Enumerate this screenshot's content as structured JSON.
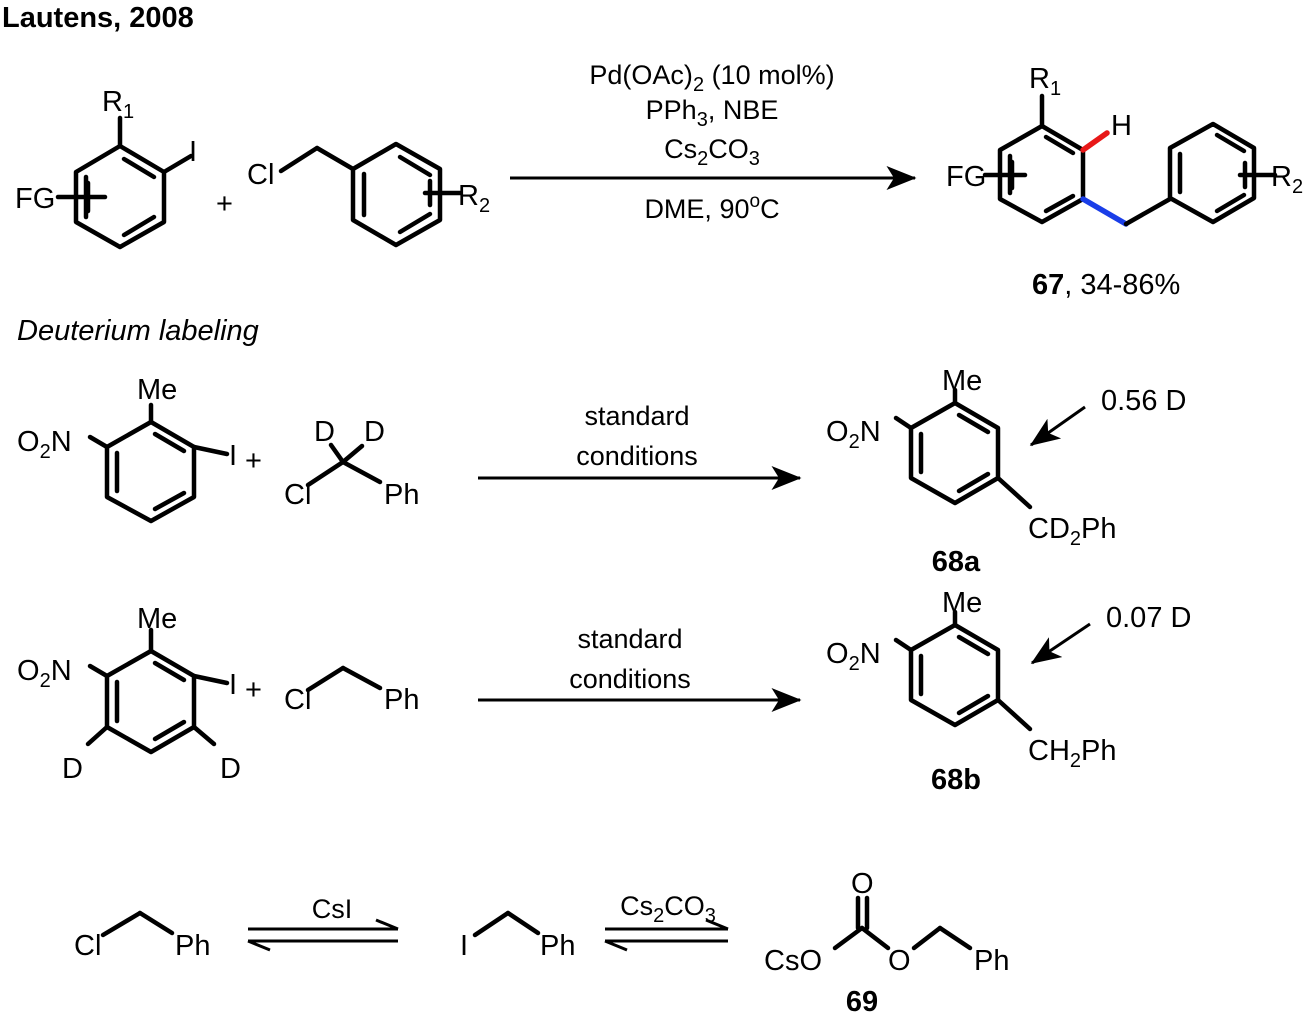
{
  "colors": {
    "h_bond": "#e81818",
    "c_bond": "#1a3ee8",
    "ink": "#000000"
  },
  "header": "Lautens, 2008",
  "scheme1": {
    "sm_aryl": {
      "r1": "R",
      "r1_sub": "1",
      "halide": "I",
      "fg": "FG"
    },
    "plus": "+",
    "sm_benzyl": {
      "cl": "Cl",
      "r2": "R",
      "r2_sub": "2"
    },
    "conditions": {
      "line1_a": "Pd(OAc)",
      "line1_sub": "2",
      "line1_b": " (10 mol%)",
      "line2_a": "PPh",
      "line2_sub": "3",
      "line2_b": ", NBE",
      "line3_a": "Cs",
      "line3_sub": "2",
      "line3_b": "CO",
      "line3_sub2": "3",
      "line4_a": "DME, 90",
      "line4_sup": "o",
      "line4_b": "C"
    },
    "product": {
      "r1": "R",
      "r1_sub": "1",
      "h": "H",
      "fg": "FG",
      "r2": "R",
      "r2_sub": "2"
    },
    "label": {
      "num": "67",
      "yield": ", 34-86%"
    }
  },
  "deuterium_heading": "Deuterium labeling",
  "scheme2": {
    "sm_aryl": {
      "me": "Me",
      "o2n_o": "O",
      "o2n_sub": "2",
      "o2n_n": "N",
      "halide": "I",
      "plus": "+"
    },
    "sm_benzyl": {
      "d1": "D",
      "d2": "D",
      "cl": "Cl",
      "ph": "Ph"
    },
    "conditions": {
      "line1": "standard",
      "line2": "conditions"
    },
    "product": {
      "me": "Me",
      "o2n_o": "O",
      "o2n_sub": "2",
      "o2n_n": "N",
      "sub_a": "CD",
      "sub_sub": "2",
      "sub_b": "Ph"
    },
    "annotation": "0.56 D",
    "label": "68a"
  },
  "scheme3": {
    "sm_aryl": {
      "me": "Me",
      "o2n_o": "O",
      "o2n_sub": "2",
      "o2n_n": "N",
      "halide": "I",
      "plus": "+",
      "d1": "D",
      "d2": "D"
    },
    "sm_benzyl": {
      "cl": "Cl",
      "ph": "Ph"
    },
    "conditions": {
      "line1": "standard",
      "line2": "conditions"
    },
    "product": {
      "me": "Me",
      "o2n_o": "O",
      "o2n_sub": "2",
      "o2n_n": "N",
      "sub_a": "CH",
      "sub_sub": "2",
      "sub_b": "Ph"
    },
    "annotation": "0.07 D",
    "label": "68b"
  },
  "scheme4": {
    "sm": {
      "cl": "Cl",
      "ph": "Ph"
    },
    "eq1_reagent": "CsI",
    "mid": {
      "i": "I",
      "ph": "Ph"
    },
    "eq2_reagent_a": "Cs",
    "eq2_reagent_sub": "2",
    "eq2_reagent_b": "CO",
    "eq2_reagent_sub2": "3",
    "product": {
      "o_top": "O",
      "cso": "CsO",
      "o_mid": "O",
      "ph": "Ph"
    },
    "label": "69"
  }
}
